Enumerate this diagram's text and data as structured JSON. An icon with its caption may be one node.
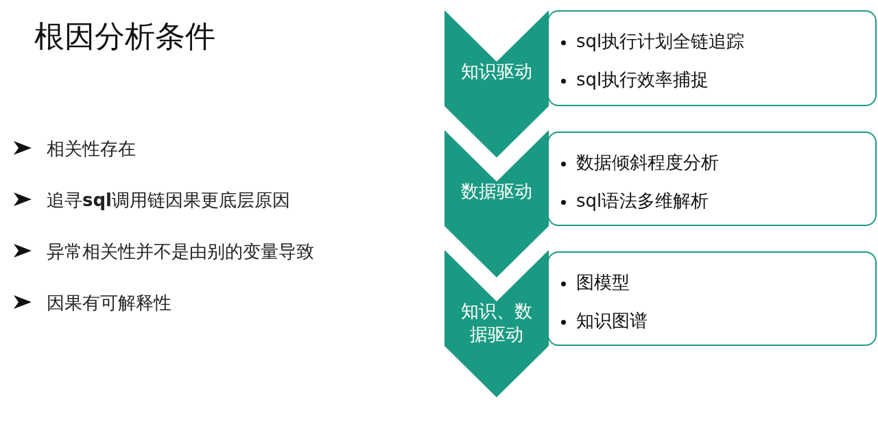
{
  "diagram": {
    "title": "根因分析条件",
    "nodes": [
      {
        "text": [
          "知识驱动"
        ]
      },
      {
        "text": [
          "sql执行计划全链追踪",
          "sql执行效率捕捉"
        ]
      },
      {
        "text": [
          "数据驱动"
        ]
      },
      {
        "text": [
          "数据倾斜程度分析",
          "sql语法多维解析"
        ]
      },
      {
        "text": [
          "知识、数据驱动"
        ]
      },
      {
        "text": [
          "图模型",
          "知识图谱"
        ]
      }
    ],
    "labels": [
      "相关性存在",
      "追寻**sql**调用链因果更底层原因",
      "异常相关性并不是由别的变量导致",
      "因果有可解释性"
    ]
  }
}
